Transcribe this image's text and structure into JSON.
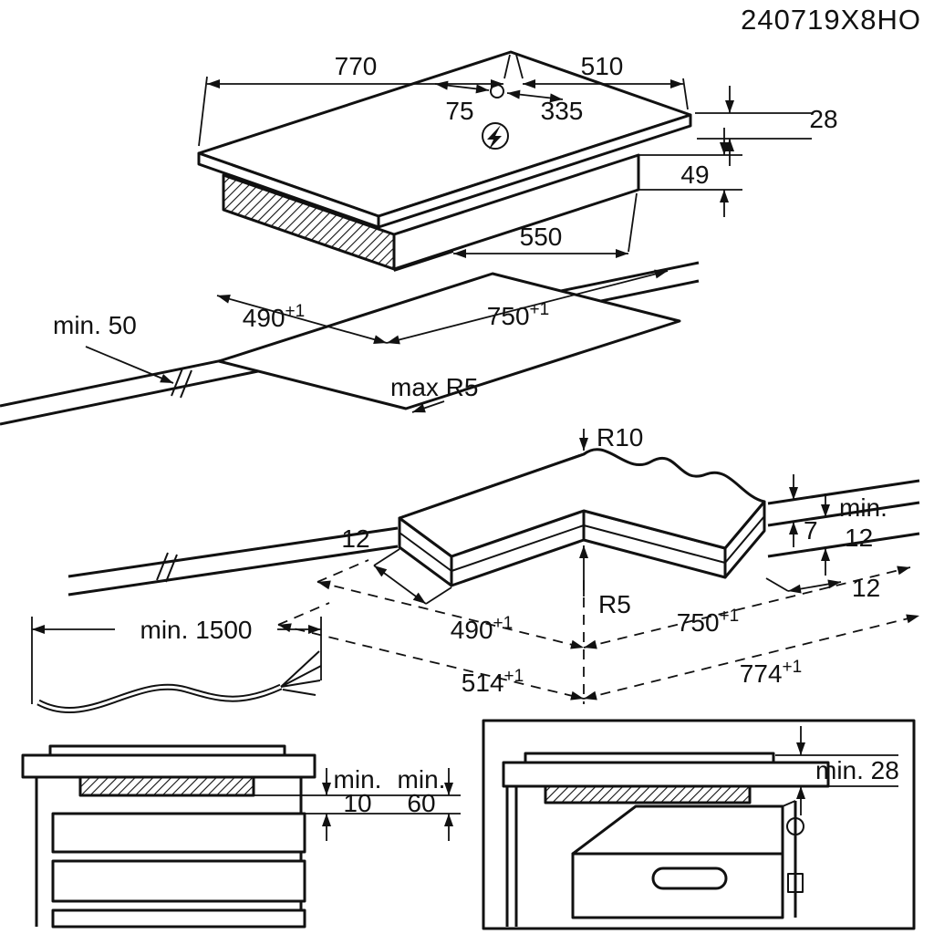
{
  "code": "240719X8HO",
  "hob": {
    "width": "770",
    "depth": "510",
    "hole_offset_a": "75",
    "hole_offset_b": "335",
    "glass_thickness": "28",
    "body_height": "49",
    "body_width": "550"
  },
  "cutout": {
    "front_clearance": "min. 50",
    "depth": "490",
    "depth_tol": "+1",
    "width": "750",
    "width_tol": "+1",
    "corner_radius": "max R5"
  },
  "flush": {
    "outer_corner_radius": "R10",
    "inner_corner_radius": "R5",
    "rebate_depth": "7",
    "min_label": "min.",
    "min_remaining": "12",
    "ledge_left": "12",
    "ledge_right": "12",
    "inner_depth": "490",
    "inner_depth_tol": "+1",
    "inner_width": "750",
    "inner_width_tol": "+1",
    "outer_depth": "514",
    "outer_depth_tol": "+1",
    "outer_width": "774",
    "outer_width_tol": "+1"
  },
  "cable": {
    "min_length": "min. 1500"
  },
  "base_cabinet": {
    "gap_min_label": "min.",
    "gap_value": "10",
    "vent_min_label": "min.",
    "vent_value": "60"
  },
  "oven_cabinet": {
    "clearance": "min. 28"
  }
}
